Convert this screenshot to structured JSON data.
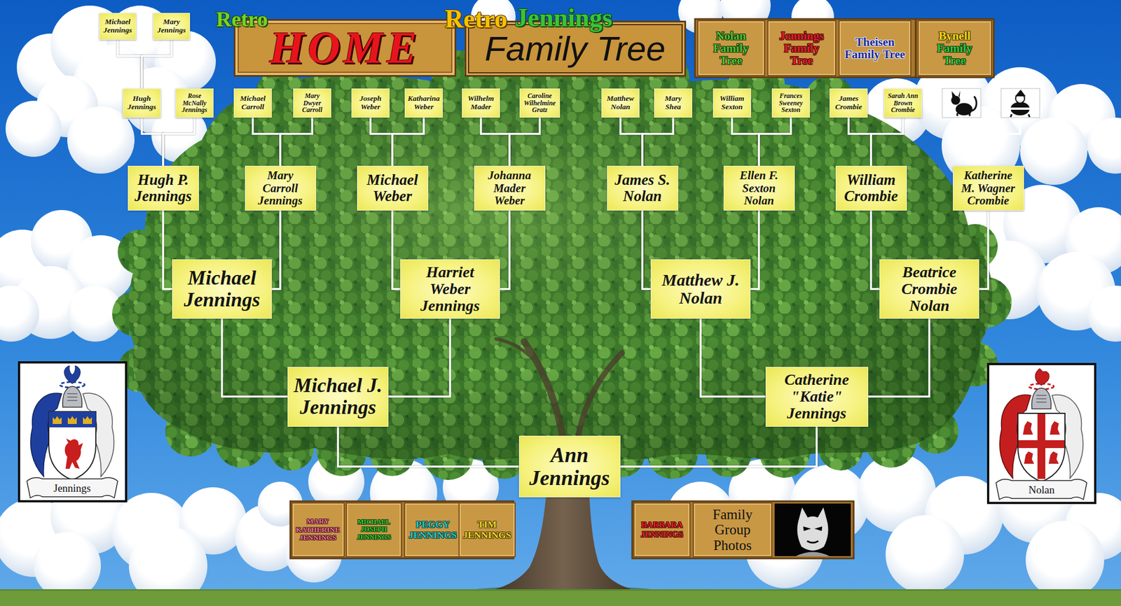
{
  "diagram": {
    "nodes": [
      {
        "text": [
          "Michael Jennings"
        ]
      },
      {
        "text": [
          "Mary Jennings"
        ]
      },
      {
        "text": [
          "Retro",
          "HOME"
        ]
      },
      {
        "text": [
          "Retro",
          "Jennings",
          "Family Tree"
        ]
      },
      {
        "text": [
          "Nolan Family Tree"
        ]
      },
      {
        "text": [
          "Jennings Family Tree"
        ]
      },
      {
        "text": [
          "Theisen Family Tree"
        ]
      },
      {
        "text": [
          "Bynell",
          "Family Tree"
        ]
      },
      {
        "text": [
          "Hugh Jennings"
        ]
      },
      {
        "text": [
          "Rose McNally Jennings"
        ]
      },
      {
        "text": [
          "Michael Carroll"
        ]
      },
      {
        "text": [
          "Mary Dwyer Carroll"
        ]
      },
      {
        "text": [
          "Joseph Weber"
        ]
      },
      {
        "text": [
          "Katharina Weber"
        ]
      },
      {
        "text": [
          "Wilhelm Mader"
        ]
      },
      {
        "text": [
          "Caroline Wilhelmine Gratz"
        ]
      },
      {
        "text": [
          "Matthew Nolan"
        ]
      },
      {
        "text": [
          "Mary Shea"
        ]
      },
      {
        "text": [
          "William Sexton"
        ]
      },
      {
        "text": [
          "Frances Sweeney Sexton"
        ]
      },
      {
        "text": [
          "James Crombie"
        ]
      },
      {
        "text": [
          "Sarah Ann Brown Crombie"
        ]
      },
      {
        "text": [
          "Hugh P. Jennings"
        ]
      },
      {
        "text": [
          "Mary Carroll Jennings"
        ]
      },
      {
        "text": [
          "Michael Weber"
        ]
      },
      {
        "text": [
          "Johanna Mader Weber"
        ]
      },
      {
        "text": [
          "James S. Nolan"
        ]
      },
      {
        "text": [
          "Ellen F. Sexton Nolan"
        ]
      },
      {
        "text": [
          "William Crombie"
        ]
      },
      {
        "text": [
          "Katherine M. Wagner Crombie"
        ]
      },
      {
        "text": [
          "Michael Jennings"
        ]
      },
      {
        "text": [
          "Harriet Weber Jennings"
        ]
      },
      {
        "text": [
          "Matthew J. Nolan"
        ]
      },
      {
        "text": [
          "Beatrice Crombie Nolan"
        ]
      },
      {
        "text": [
          "Michael J. Jennings"
        ]
      },
      {
        "text": [
          "Catherine \"Katie\" Jennings"
        ]
      },
      {
        "text": [
          "Ann Jennings"
        ]
      },
      {
        "text": [
          "MARY KATHERINE JENNINGS"
        ]
      },
      {
        "text": [
          "MICHAEL JOSEPH JENNINGS"
        ]
      },
      {
        "text": [
          "PEGGY JENNINGS"
        ]
      },
      {
        "text": [
          "TIM JENNINGS"
        ]
      },
      {
        "text": [
          "BARBARA JENNINGS"
        ]
      },
      {
        "text": [
          "Family Group Photos"
        ]
      }
    ],
    "edges": [
      {
        "from": 0,
        "to": 8,
        "arrow": "none"
      },
      {
        "from": 1,
        "to": 8,
        "arrow": "none"
      },
      {
        "from": 8,
        "to": 22,
        "arrow": "none"
      },
      {
        "from": 9,
        "to": 22,
        "arrow": "none"
      },
      {
        "from": 10,
        "to": 23,
        "arrow": "none"
      },
      {
        "from": 11,
        "to": 23,
        "arrow": "none"
      },
      {
        "from": 12,
        "to": 24,
        "arrow": "none"
      },
      {
        "from": 13,
        "to": 24,
        "arrow": "none"
      },
      {
        "from": 14,
        "to": 25,
        "arrow": "none"
      },
      {
        "from": 15,
        "to": 25,
        "arrow": "none"
      },
      {
        "from": 16,
        "to": 26,
        "arrow": "none"
      },
      {
        "from": 17,
        "to": 26,
        "arrow": "none"
      },
      {
        "from": 18,
        "to": 27,
        "arrow": "none"
      },
      {
        "from": 19,
        "to": 27,
        "arrow": "none"
      },
      {
        "from": 20,
        "to": 28,
        "arrow": "none"
      },
      {
        "from": 21,
        "to": 28,
        "arrow": "none"
      },
      {
        "from": 22,
        "to": 30,
        "arrow": "none"
      },
      {
        "from": 23,
        "to": 30,
        "arrow": "none"
      },
      {
        "from": 24,
        "to": 31,
        "arrow": "none"
      },
      {
        "from": 25,
        "to": 31,
        "arrow": "none"
      },
      {
        "from": 26,
        "to": 32,
        "arrow": "none"
      },
      {
        "from": 27,
        "to": 32,
        "arrow": "none"
      },
      {
        "from": 28,
        "to": 33,
        "arrow": "none"
      },
      {
        "from": 29,
        "to": 33,
        "arrow": "none"
      },
      {
        "from": 30,
        "to": 34,
        "arrow": "none"
      },
      {
        "from": 31,
        "to": 34,
        "arrow": "none"
      },
      {
        "from": 32,
        "to": 35,
        "arrow": "none"
      },
      {
        "from": 33,
        "to": 35,
        "arrow": "none"
      },
      {
        "from": 34,
        "to": 36,
        "arrow": "none"
      },
      {
        "from": 35,
        "to": 36,
        "arrow": "none"
      }
    ],
    "labels": [
      "Jennings",
      "Nolan"
    ]
  }
}
